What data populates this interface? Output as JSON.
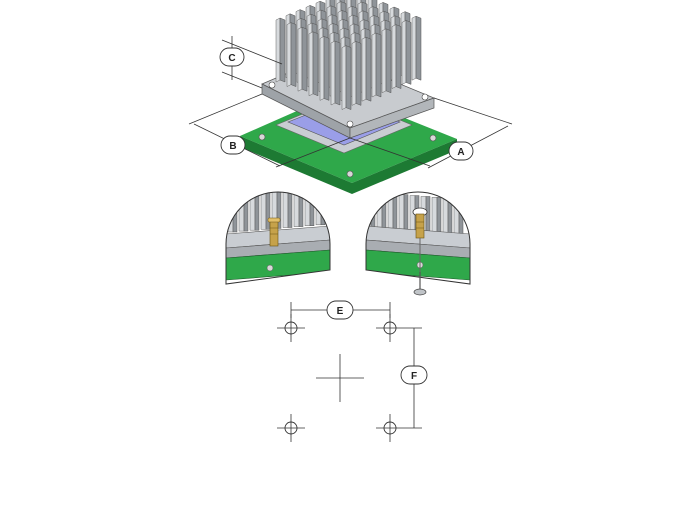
{
  "colors": {
    "pcb": "#2fa84a",
    "pcb_dark": "#1d7a33",
    "chip": "#9a9ee8",
    "plate": "#c9cdd2",
    "heatsink_fin": "#b4b8bd",
    "heatsink_shadow": "#7d8288",
    "brass": "#c6a24a"
  },
  "labels": {
    "a": "A",
    "b": "B",
    "c": "C",
    "e": "E",
    "f": "F"
  },
  "drawing": {
    "hole_pattern_holes": 4,
    "detail_views": [
      "push-pin-detail-left",
      "push-pin-detail-right"
    ]
  }
}
